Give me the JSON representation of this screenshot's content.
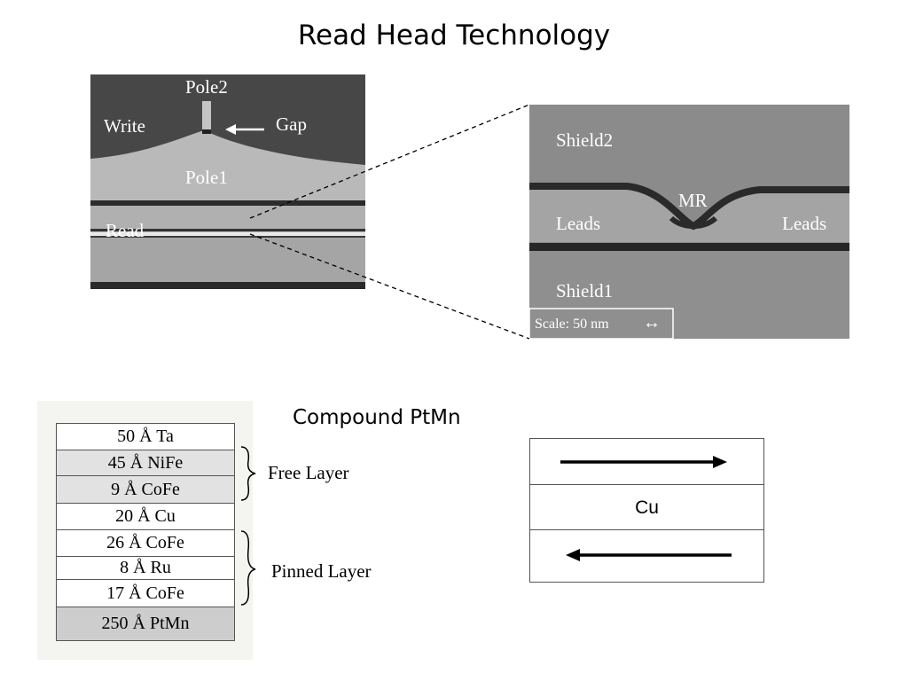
{
  "title": "Read Head Technology",
  "left_micrograph": {
    "labels": {
      "pole2": "Pole2",
      "write": "Write",
      "gap": "Gap",
      "pole1": "Pole1",
      "read": "Read"
    }
  },
  "right_micrograph": {
    "labels": {
      "shield2": "Shield2",
      "mr": "MR",
      "leads_left": "Leads",
      "leads_right": "Leads",
      "shield1": "Shield1"
    },
    "scale_text": "Scale:  50 nm",
    "scale_arrow": "↔"
  },
  "compound_title": "Compound PtMn",
  "layers": [
    {
      "label": "50 Å Ta",
      "fill": "#ffffff"
    },
    {
      "label": "45 Å NiFe",
      "fill": "#e2e2e2"
    },
    {
      "label": "9 Å CoFe",
      "fill": "#e2e2e2"
    },
    {
      "label": "20 Å Cu",
      "fill": "#ffffff"
    },
    {
      "label": "26 Å CoFe",
      "fill": "#ffffff"
    },
    {
      "label": "8 Å Ru",
      "fill": "#ffffff"
    },
    {
      "label": "17 Å CoFe",
      "fill": "#ffffff"
    },
    {
      "label": "250 Å PtMn",
      "fill": "#cdcdcd"
    }
  ],
  "braces": {
    "free_layer": "Free Layer",
    "pinned_layer": "Pinned Layer"
  },
  "spin_valve": {
    "top_arrow": "right",
    "middle_label": "Cu",
    "bottom_arrow": "left"
  }
}
